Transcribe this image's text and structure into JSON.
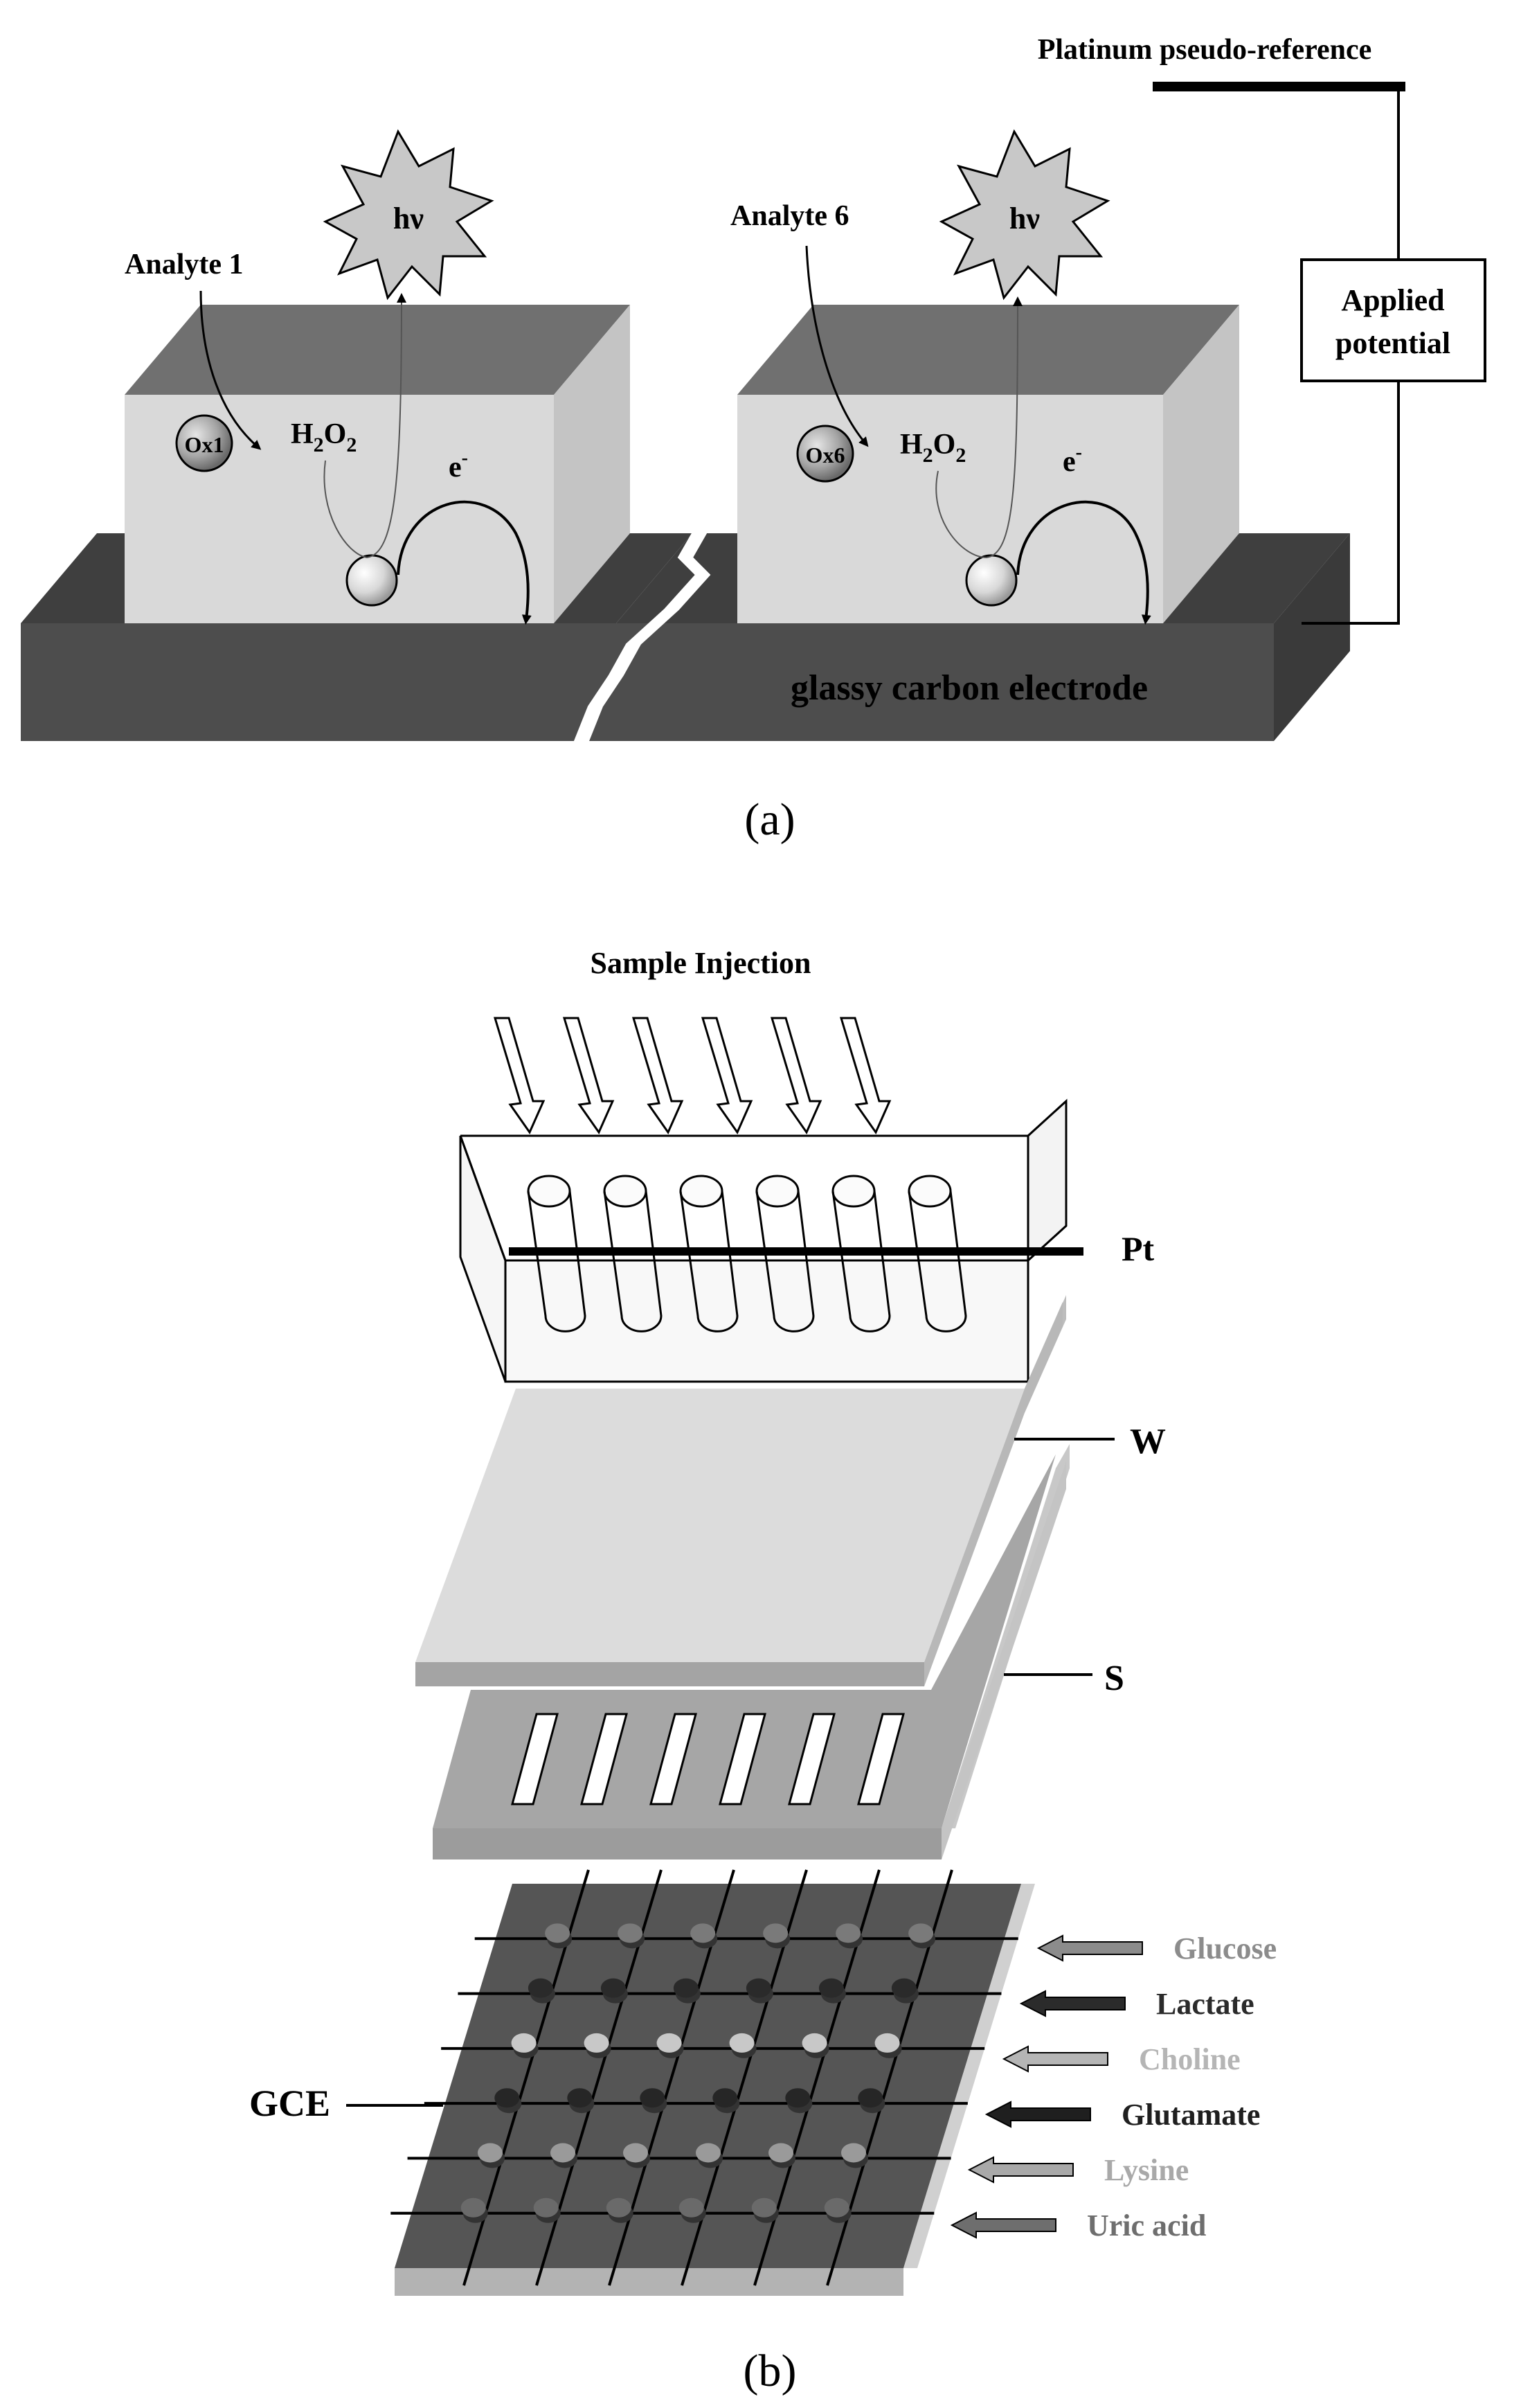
{
  "panel_a": {
    "caption": "(a)",
    "reference_label": "Platinum pseudo-reference",
    "potential_label_line1": "Applied",
    "potential_label_line2": "potential",
    "analyte_left": "Analyte 1",
    "analyte_right": "Analyte 6",
    "oxidase_left": "Ox1",
    "oxidase_right": "Ox6",
    "photon_symbol": "hν",
    "peroxide_main": "H",
    "peroxide_sub1": "2",
    "peroxide_mid": "O",
    "peroxide_sub2": "2",
    "electron_main": "e",
    "electron_sup": "-",
    "electrode_label": "glassy carbon electrode"
  },
  "panel_b": {
    "caption": "(b)",
    "injection_label": "Sample Injection",
    "pt_label": "Pt",
    "w_label": "W",
    "s_label": "S",
    "gce_label": "GCE",
    "analytes": [
      {
        "label": "Glucose",
        "color": "#8c8c8c"
      },
      {
        "label": "Lactate",
        "color": "#2b2b2b"
      },
      {
        "label": "Choline",
        "color": "#b5b5b5"
      },
      {
        "label": "Glutamate",
        "color": "#1f1f1f"
      },
      {
        "label": "Lysine",
        "color": "#a9a9a9"
      },
      {
        "label": "Uric acid",
        "color": "#6e6e6e"
      }
    ]
  },
  "colors": {
    "electrode": "#4d4d4d",
    "electrode_side": "#3a3a3a",
    "cube_front": "#d9d9d9",
    "cube_top": "#707070",
    "cube_side": "#c4c4c4",
    "membrane_w": "#dedede",
    "membrane_s": "#a8a8a8",
    "gce_surface": "#555555"
  }
}
